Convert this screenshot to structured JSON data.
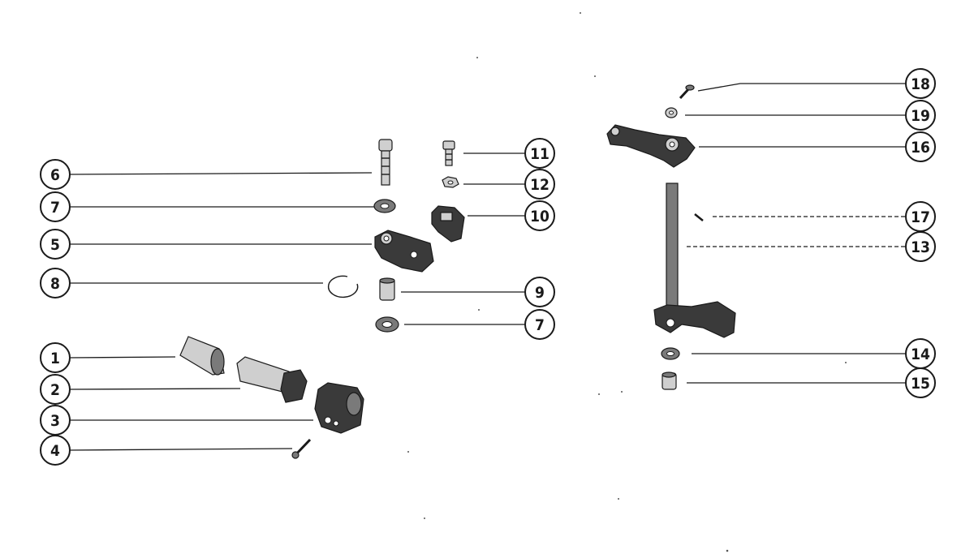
{
  "callouts": [
    {
      "label": "6"
    },
    {
      "label": "7"
    },
    {
      "label": "5"
    },
    {
      "label": "8"
    },
    {
      "label": "1"
    },
    {
      "label": "2"
    },
    {
      "label": "3"
    },
    {
      "label": "4"
    },
    {
      "label": "11"
    },
    {
      "label": "12"
    },
    {
      "label": "10"
    },
    {
      "label": "9"
    },
    {
      "label": "7"
    },
    {
      "label": "18"
    },
    {
      "label": "19"
    },
    {
      "label": "16"
    },
    {
      "label": "17"
    },
    {
      "label": "13"
    },
    {
      "label": "14"
    },
    {
      "label": "15"
    }
  ]
}
